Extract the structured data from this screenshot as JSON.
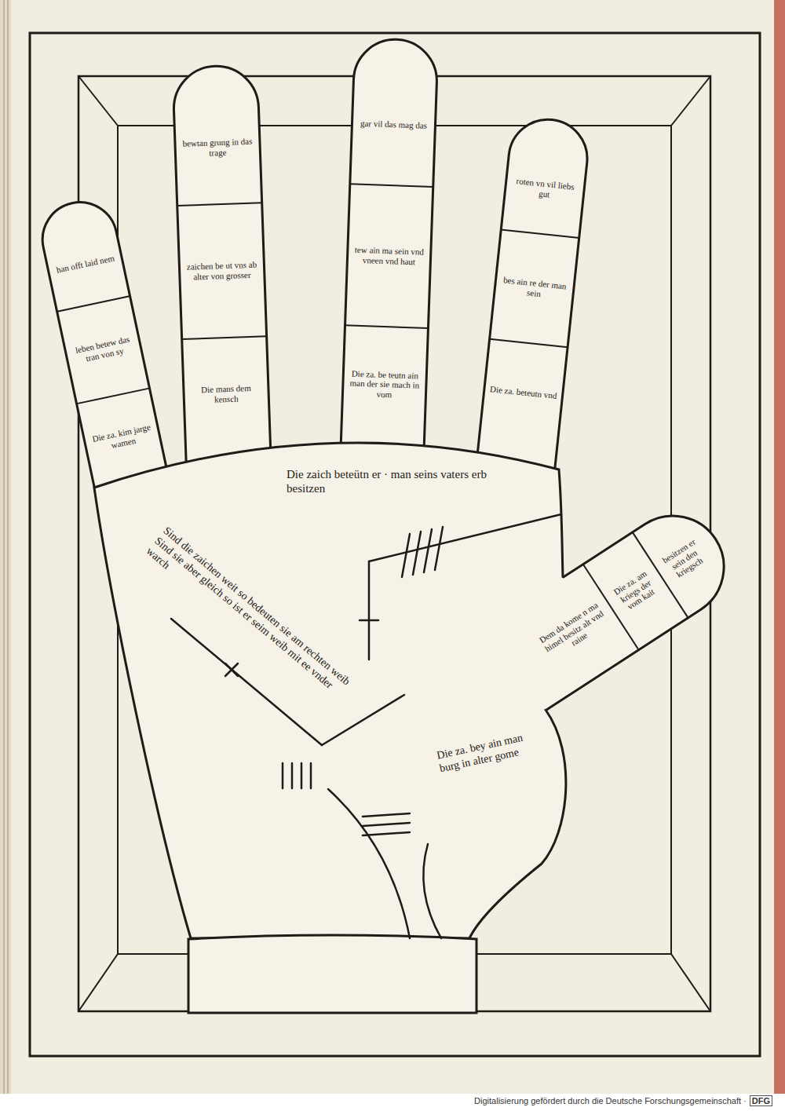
{
  "diagram": {
    "nodes": [
      {
        "text": [
          "Die zaich beteütn er · man seins vaters erb besitzen",
          "Sind die zaichen weit so bedeuten sie am rechten weib Sind sie aber gleich so ist er seim weib mit ee vnder warch",
          "Die za. bey ain man burg in alter gome"
        ]
      },
      {
        "text": [
          "han offt laid nem",
          "leben betew das tran von sy",
          "Die za. kim jarge wamen"
        ],
        "in": 0
      },
      {
        "text": [
          "bewtan grung in das trage",
          "zaichen be ut vns ab alter von grosser",
          "Die mans dem kensch"
        ],
        "in": 0
      },
      {
        "text": [
          "gar vil das mag das",
          "tew ain ma sein vnd vneen vnd haut",
          "Die za. be teutn ain man der sie mach in vom"
        ],
        "in": 0
      },
      {
        "text": [
          "roten vn vil liebs gut",
          "bes ain re der man sein",
          "Die za. beteutn vnd"
        ],
        "in": 0
      },
      {
        "text": [
          "Dem da kome n ma himel besitz alt vnd raine",
          "Die za. am kriegs der vom kait",
          "besitzen er sein den kriegsch"
        ],
        "in": 0
      }
    ],
    "labels": [
      "Digitalisierung gefördert durch die Deutsche Forschungsgemeinschaft ·",
      "DFG"
    ]
  }
}
